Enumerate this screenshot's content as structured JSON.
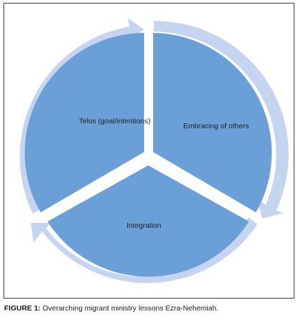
{
  "diagram": {
    "segments": [
      {
        "label": "Telos (goal/intentions)"
      },
      {
        "label": "Embracing of others"
      },
      {
        "label": "Integration"
      }
    ],
    "colors": {
      "segment_fill": "#6a9fd8",
      "arrow_fill": "#c5d5ef",
      "border": "#3a3a3a",
      "text": "#1f1f1f"
    }
  },
  "caption": {
    "label": "FIGURE 1:",
    "text": "Overarching migrant ministry lessons Ezra-Nehemiah."
  }
}
